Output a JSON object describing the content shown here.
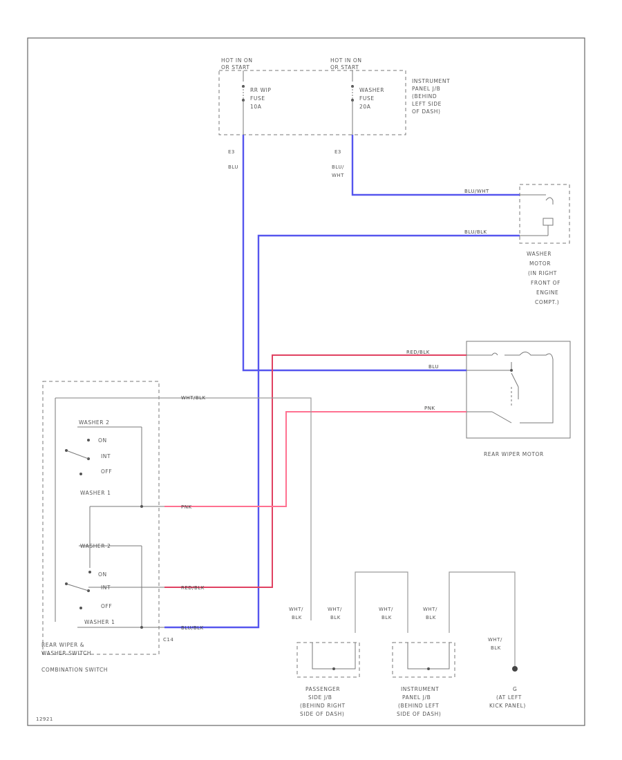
{
  "labels": {
    "hot1": "HOT IN ON",
    "hot1b": "OR START",
    "hot2": "HOT IN ON",
    "hot2b": "OR START",
    "fuse1_a": "RR WIP",
    "fuse1_b": "FUSE",
    "fuse1_c": "10A",
    "fuse2_a": "WASHER",
    "fuse2_b": "FUSE",
    "fuse2_c": "20A",
    "ipjb_a": "INSTRUMENT",
    "ipjb_b": "PANEL J/B",
    "ipjb_c": "(BEHIND",
    "ipjb_d": "LEFT SIDE",
    "ipjb_e": "OF DASH)",
    "pin1": "E3",
    "pin2": "E3",
    "w_blu": "BLU",
    "w_bluwht_a": "BLU/",
    "w_bluwht_b": "WHT",
    "w_bluwht_h": "BLU/WHT",
    "w_blublk_h": "BLU/BLK",
    "wm_a": "WASHER",
    "wm_b": "MOTOR",
    "wm_c": "(IN RIGHT",
    "wm_d": "FRONT OF",
    "wm_e": "ENGINE",
    "wm_f": "COMPT.)",
    "w_redblk_h": "RED/BLK",
    "w_blu_h": "BLU",
    "w_pnk_h": "PNK",
    "rwm": "REAR WIPER MOTOR",
    "w_wht_blk": "WHT/BLK",
    "sw_washer_top": "WASHER 2",
    "sw_on": "ON",
    "sw_int": "INT",
    "sw_off": "OFF",
    "sw_washer1": "WASHER 1",
    "sw_washer2": "WASHER 2",
    "sw_on2": "ON",
    "sw_int2": "INT",
    "sw_off2": "OFF",
    "sw_washer1b": "WASHER 1",
    "w_pnk": "PNK",
    "w_redblk": "RED/BLK",
    "w_blublk": "BLU/BLK",
    "conn": "C14",
    "rear_sw_a": "REAR WIPER &",
    "rear_sw_b": "WASHER SWITCH",
    "combo": "COMBINATION SWITCH",
    "g1_a": "WHT/",
    "g1_b": "BLK",
    "g2_a": "WHT/",
    "g2_b": "BLK",
    "g3_a": "WHT/",
    "g3_b": "BLK",
    "g4_a": "WHT/",
    "g4_b": "BLK",
    "g5_a": "WHT/",
    "g5_b": "BLK",
    "psjb_a": "PASSENGER",
    "psjb_b": "SIDE J/B",
    "psjb_c": "(BEHIND RIGHT",
    "psjb_d": "SIDE OF DASH)",
    "ipjb2_a": "INSTRUMENT",
    "ipjb2_b": "PANEL J/B",
    "ipjb2_c": "(BEHIND LEFT",
    "ipjb2_d": "SIDE OF DASH)",
    "gnd_a": "G",
    "gnd_b": "(AT LEFT",
    "gnd_c": "KICK PANEL)",
    "code": "12921"
  },
  "colors": {
    "blue_wire": "#5555ee",
    "red_wire": "#e04060",
    "pink_wire": "#ff7090",
    "ground_wire": "#9a9a9a"
  }
}
